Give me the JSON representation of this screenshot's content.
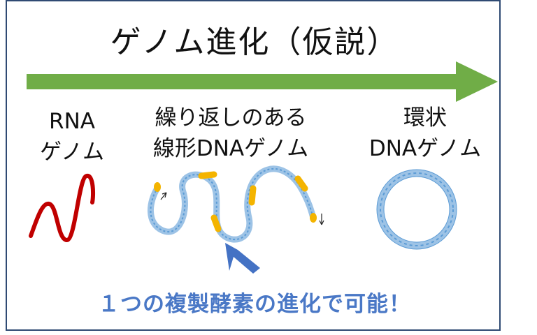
{
  "title": "ゲノム進化（仮説）",
  "stages": [
    {
      "line1": "RNA",
      "line2": "ゲノム"
    },
    {
      "line1": "繰り返しのある",
      "line2": "線形DNAゲノム"
    },
    {
      "line1": "環状",
      "line2": "DNAゲノム"
    }
  ],
  "note": "１つの複製酵素の進化で可能！",
  "colors": {
    "arrow": "#70ad47",
    "rna": "#c00000",
    "dna": "#9dc3e6",
    "dna_dark": "#5b9bd5",
    "gene_block": "#f4b400",
    "pointer": "#4472c4",
    "border": "#2f4a73"
  }
}
